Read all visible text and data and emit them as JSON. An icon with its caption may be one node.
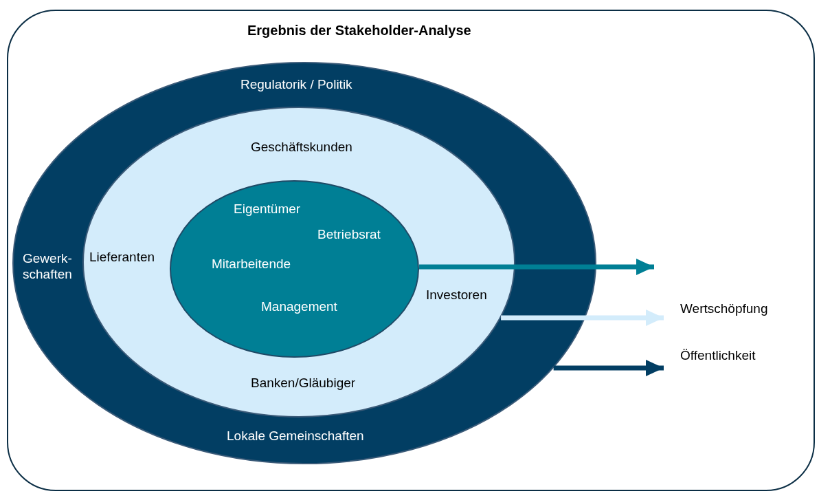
{
  "diagram": {
    "nodes": [
      {
        "text": [
          "Ergebnis der Stakeholder-Analyse"
        ]
      },
      {
        "text": [
          "Regulatorik / Politik",
          "Gewerk- schaften",
          "Lokale Gemeinschaften"
        ],
        "in": 0
      },
      {
        "text": [
          "Geschäftskunden",
          "Lieferanten",
          "Investoren",
          "Banken/Gläubiger"
        ],
        "in": 1
      },
      {
        "text": [
          "Eigentümer",
          "Betriebsrat",
          "Mitarbeitende",
          "Management"
        ],
        "in": 2
      },
      {
        "text": [
          "Wertschöpfung"
        ],
        "in": 0
      },
      {
        "text": [
          "Öffentlichkeit"
        ],
        "in": 0
      }
    ],
    "edges": [
      {
        "from": 3,
        "to": null,
        "arrow": "to"
      },
      {
        "from": 2,
        "to": 4,
        "arrow": "to",
        "color": "#d3ecfb"
      },
      {
        "from": 1,
        "to": 5,
        "arrow": "to",
        "color": "#023e63"
      }
    ]
  }
}
